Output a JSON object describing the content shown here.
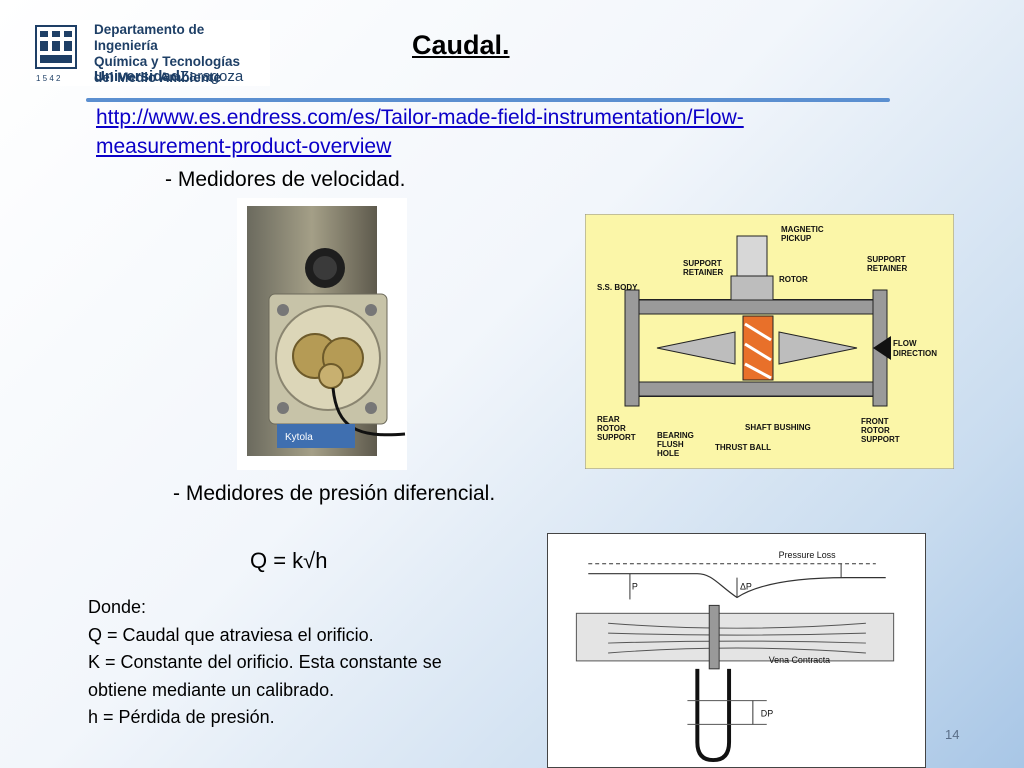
{
  "logo": {
    "line1": "Departamento de Ingeniería",
    "line2": "Química y Tecnologías",
    "line3": "del Medio Ambiente",
    "university_bold": "Universidad",
    "university_rest": "Zaragoza",
    "year": "1 5 4 2"
  },
  "slide": {
    "title": "Caudal.",
    "link": "http://www.es.endress.com/es/Tailor-made-field-instrumentation/Flow-measurement-product-overview",
    "subtitle_velocity": "- Medidores de velocidad.",
    "subtitle_pressure": "- Medidores de presión diferencial.",
    "formula": "Q = k√h",
    "description": [
      "Donde:",
      "Q = Caudal que atraviesa el orificio.",
      "K = Constante del orificio. Esta constante se",
      "obtiene mediante un calibrado.",
      "h = Pérdida de presión."
    ],
    "page_number": "14"
  },
  "turbine_diagram": {
    "magnetic_pickup": [
      "MAGNETIC",
      "PICKUP"
    ],
    "support_retainer_left": [
      "SUPPORT",
      "RETAINER"
    ],
    "support_retainer_right": [
      "SUPPORT",
      "RETAINER"
    ],
    "rotor": "ROTOR",
    "ss_body": "S.S. BODY",
    "flow_direction": [
      "FLOW",
      "DIRECTION"
    ],
    "rear_rotor_support": [
      "REAR",
      "ROTOR",
      "SUPPORT"
    ],
    "bearing_flush_hole": [
      "BEARING",
      "FLUSH",
      "HOLE"
    ],
    "shaft_bushing": "SHAFT BUSHING",
    "thrust_ball": "THRUST BALL",
    "front_rotor_support": [
      "FRONT",
      "ROTOR",
      "SUPPORT"
    ]
  },
  "orifice_diagram": {
    "pressure_loss": "Pressure Loss",
    "p": "P",
    "delta_p": "ΔP",
    "vena_contracta": "Vena Contracta",
    "dp": "DP"
  },
  "photo": {
    "label": "Kytola"
  },
  "colors": {
    "link": "#0b00c8",
    "rule": "#5b8fd0",
    "turbine_bg": "#fbf6a8",
    "rotor": "#e8702a"
  }
}
